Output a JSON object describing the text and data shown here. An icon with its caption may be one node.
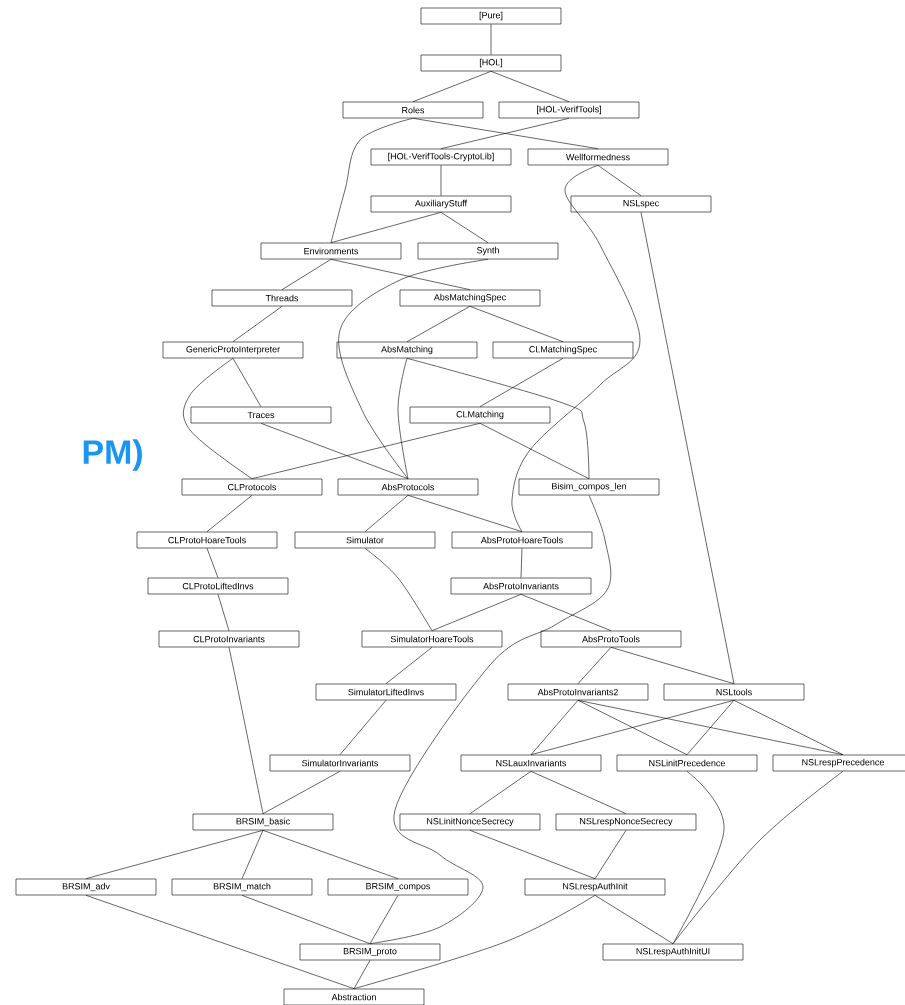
{
  "diagram": {
    "nodes": [
      {
        "text": [
          "[Pure]"
        ]
      },
      {
        "text": [
          "[HOL]"
        ]
      },
      {
        "text": [
          "Roles"
        ]
      },
      {
        "text": [
          "[HOL-VerifTools]"
        ]
      },
      {
        "text": [
          "[HOL-VerifTools-CryptoLib]"
        ]
      },
      {
        "text": [
          "Wellformedness"
        ]
      },
      {
        "text": [
          "AuxiliaryStuff"
        ]
      },
      {
        "text": [
          "NSLspec"
        ]
      },
      {
        "text": [
          "Environments"
        ]
      },
      {
        "text": [
          "Synth"
        ]
      },
      {
        "text": [
          "Threads"
        ]
      },
      {
        "text": [
          "AbsMatchingSpec"
        ]
      },
      {
        "text": [
          "GenericProtoInterpreter"
        ]
      },
      {
        "text": [
          "AbsMatching"
        ]
      },
      {
        "text": [
          "CLMatchingSpec"
        ]
      },
      {
        "text": [
          "Traces"
        ]
      },
      {
        "text": [
          "CLMatching"
        ]
      },
      {
        "text": [
          "CLProtocols"
        ]
      },
      {
        "text": [
          "AbsProtocols"
        ]
      },
      {
        "text": [
          "Bisim_compos_len"
        ]
      },
      {
        "text": [
          "CLProtoHoareTools"
        ]
      },
      {
        "text": [
          "Simulator"
        ]
      },
      {
        "text": [
          "AbsProtoHoareTools"
        ]
      },
      {
        "text": [
          "CLProtoLiftedInvs"
        ]
      },
      {
        "text": [
          "AbsProtoInvariants"
        ]
      },
      {
        "text": [
          "CLProtoInvariants"
        ]
      },
      {
        "text": [
          "SimulatorHoareTools"
        ]
      },
      {
        "text": [
          "AbsProtoTools"
        ]
      },
      {
        "text": [
          "SimulatorLiftedInvs"
        ]
      },
      {
        "text": [
          "AbsProtoInvariants2"
        ]
      },
      {
        "text": [
          "NSLtools"
        ]
      },
      {
        "text": [
          "SimulatorInvariants"
        ]
      },
      {
        "text": [
          "NSLauxInvariants"
        ]
      },
      {
        "text": [
          "NSLinitPrecedence"
        ]
      },
      {
        "text": [
          "NSLrespPrecedence"
        ]
      },
      {
        "text": [
          "BRSIM_basic"
        ]
      },
      {
        "text": [
          "NSLinitNonceSecrecy"
        ]
      },
      {
        "text": [
          "NSLrespNonceSecrecy"
        ]
      },
      {
        "text": [
          "BRSIM_adv"
        ]
      },
      {
        "text": [
          "BRSIM_match"
        ]
      },
      {
        "text": [
          "BRSIM_compos"
        ]
      },
      {
        "text": [
          "NSLrespAuthInit"
        ]
      },
      {
        "text": [
          "BRSIM_proto"
        ]
      },
      {
        "text": [
          "NSLrespAuthInitUI"
        ]
      },
      {
        "text": [
          "Abstraction"
        ]
      }
    ],
    "edges": [
      {
        "from": 0,
        "to": 1,
        "arrow": "none"
      },
      {
        "from": 1,
        "to": 2,
        "arrow": "none"
      },
      {
        "from": 1,
        "to": 3,
        "arrow": "none"
      },
      {
        "from": 2,
        "to": 8,
        "arrow": "none"
      },
      {
        "from": 2,
        "to": 5,
        "arrow": "none"
      },
      {
        "from": 3,
        "to": 4,
        "arrow": "none"
      },
      {
        "from": 4,
        "to": 6,
        "arrow": "none"
      },
      {
        "from": 5,
        "to": 7,
        "arrow": "none"
      },
      {
        "from": 5,
        "to": 22,
        "arrow": "none"
      },
      {
        "from": 6,
        "to": 8,
        "arrow": "none"
      },
      {
        "from": 6,
        "to": 9,
        "arrow": "none"
      },
      {
        "from": 7,
        "to": 30,
        "arrow": "none"
      },
      {
        "from": 8,
        "to": 10,
        "arrow": "none"
      },
      {
        "from": 8,
        "to": 11,
        "arrow": "none"
      },
      {
        "from": 9,
        "to": 18,
        "arrow": "none"
      },
      {
        "from": 10,
        "to": 12,
        "arrow": "none"
      },
      {
        "from": 11,
        "to": 13,
        "arrow": "none"
      },
      {
        "from": 11,
        "to": 14,
        "arrow": "none"
      },
      {
        "from": 12,
        "to": 15,
        "arrow": "none"
      },
      {
        "from": 12,
        "to": 17,
        "arrow": "none"
      },
      {
        "from": 13,
        "to": 18,
        "arrow": "none"
      },
      {
        "from": 13,
        "to": 19,
        "arrow": "none"
      },
      {
        "from": 14,
        "to": 16,
        "arrow": "none"
      },
      {
        "from": 15,
        "to": 18,
        "arrow": "none"
      },
      {
        "from": 16,
        "to": 17,
        "arrow": "none"
      },
      {
        "from": 16,
        "to": 19,
        "arrow": "none"
      },
      {
        "from": 17,
        "to": 20,
        "arrow": "none"
      },
      {
        "from": 18,
        "to": 21,
        "arrow": "none"
      },
      {
        "from": 18,
        "to": 22,
        "arrow": "none"
      },
      {
        "from": 19,
        "to": 42,
        "arrow": "none"
      },
      {
        "from": 20,
        "to": 23,
        "arrow": "none"
      },
      {
        "from": 22,
        "to": 24,
        "arrow": "none"
      },
      {
        "from": 23,
        "to": 25,
        "arrow": "none"
      },
      {
        "from": 21,
        "to": 26,
        "arrow": "none"
      },
      {
        "from": 24,
        "to": 26,
        "arrow": "none"
      },
      {
        "from": 24,
        "to": 27,
        "arrow": "none"
      },
      {
        "from": 26,
        "to": 28,
        "arrow": "none"
      },
      {
        "from": 27,
        "to": 29,
        "arrow": "none"
      },
      {
        "from": 27,
        "to": 30,
        "arrow": "none"
      },
      {
        "from": 28,
        "to": 31,
        "arrow": "none"
      },
      {
        "from": 29,
        "to": 32,
        "arrow": "none"
      },
      {
        "from": 29,
        "to": 33,
        "arrow": "none"
      },
      {
        "from": 29,
        "to": 34,
        "arrow": "none"
      },
      {
        "from": 30,
        "to": 32,
        "arrow": "none"
      },
      {
        "from": 30,
        "to": 33,
        "arrow": "none"
      },
      {
        "from": 30,
        "to": 34,
        "arrow": "none"
      },
      {
        "from": 25,
        "to": 35,
        "arrow": "none"
      },
      {
        "from": 31,
        "to": 35,
        "arrow": "none"
      },
      {
        "from": 32,
        "to": 36,
        "arrow": "none"
      },
      {
        "from": 32,
        "to": 37,
        "arrow": "none"
      },
      {
        "from": 35,
        "to": 38,
        "arrow": "none"
      },
      {
        "from": 35,
        "to": 39,
        "arrow": "none"
      },
      {
        "from": 35,
        "to": 40,
        "arrow": "none"
      },
      {
        "from": 36,
        "to": 41,
        "arrow": "none"
      },
      {
        "from": 37,
        "to": 41,
        "arrow": "none"
      },
      {
        "from": 33,
        "to": 43,
        "arrow": "none"
      },
      {
        "from": 34,
        "to": 43,
        "arrow": "none"
      },
      {
        "from": 41,
        "to": 43,
        "arrow": "none"
      },
      {
        "from": 39,
        "to": 42,
        "arrow": "none"
      },
      {
        "from": 40,
        "to": 42,
        "arrow": "none"
      },
      {
        "from": 38,
        "to": 44,
        "arrow": "none"
      },
      {
        "from": 42,
        "to": 44,
        "arrow": "none"
      },
      {
        "from": 41,
        "to": 44,
        "arrow": "none"
      }
    ],
    "labels": [
      "PM)"
    ]
  }
}
